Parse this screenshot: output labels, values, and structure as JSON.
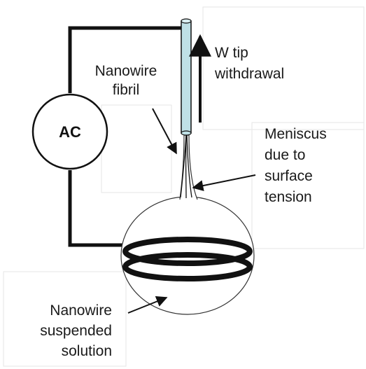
{
  "source": {
    "label": "AC"
  },
  "labels": {
    "tip": [
      "W tip",
      "withdrawal"
    ],
    "fibril": [
      "Nanowire",
      "fibril"
    ],
    "meniscus": [
      "Meniscus",
      "due to",
      "surface",
      "tension"
    ],
    "solution": [
      "Nanowire",
      "suspended",
      "solution"
    ]
  },
  "colors": {
    "tip_fill": "#bfe0e6",
    "wire": "#111111",
    "background": "#ffffff"
  }
}
